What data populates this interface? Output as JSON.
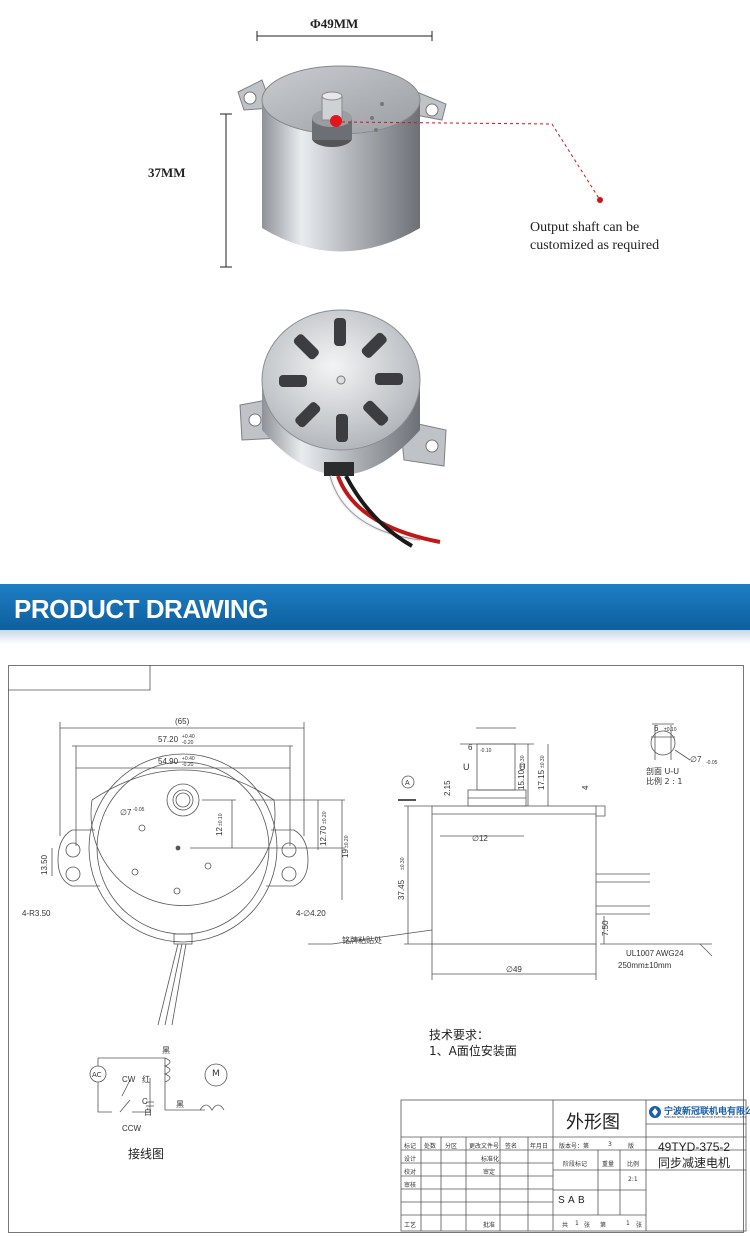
{
  "top": {
    "diameter_label": "Φ49MM",
    "height_label": "37MM",
    "shaft_note_line1": "Output shaft can be",
    "shaft_note_line2": "customized as required"
  },
  "banner": {
    "title": "PRODUCT DRAWING"
  },
  "drawing": {
    "dims": [
      "(65)",
      "57.20",
      "+0.40",
      "-0.20",
      "54.90",
      "+0.40",
      "-0.20",
      "12",
      "±0.10",
      "12.70",
      "±0.20",
      "19",
      "±0.20",
      "13.50",
      "4-R3.50",
      "4-∅4.20",
      "∅7",
      "-0.05",
      "6",
      "-0.10",
      "15.10",
      "±0.30",
      "17.15",
      "±0.30",
      "2.15",
      "4",
      "∅12",
      "37.45",
      "±0.30",
      "7.50",
      "∅49",
      "6",
      "±0.10",
      "∅7",
      "-0.05",
      "U",
      "U",
      "A"
    ],
    "section_label": "剖面 U-U",
    "scale_label": "比例 2 : 1",
    "nameplate_label": "铭牌粘贴处",
    "wire_spec": "UL1007  AWG24",
    "wire_length": "250mm±10mm",
    "notes_title": "技术要求：",
    "notes_item": "1、A面位安装面",
    "wiring": {
      "black": "黑",
      "red": "红",
      "white": "白",
      "black2": "黑",
      "ac": "AC",
      "cw": "CW",
      "c": "C",
      "ccw": "CCW",
      "motor": "M",
      "title": "接线图"
    },
    "title_block": {
      "title": "外形图",
      "model": "49TYD-375-2",
      "name": "同步减速电机",
      "company": "宁波新冠联机电有限公司",
      "company_en": "NINGBO NEW GUANLIAN MOTOR ELECTRONIC CO.,LTD",
      "cells": [
        "标记",
        "处数",
        "分区",
        "更改文件号",
        "签名",
        "年月日",
        "版本号：第",
        "3",
        "版",
        "设计",
        "标准化",
        "阶段标记",
        "重量",
        "比例",
        "校对",
        "审定",
        "2:1",
        "审核",
        "S",
        "A",
        "B",
        "工艺",
        "批准",
        "共",
        "1",
        "张",
        "第",
        "1",
        "张"
      ]
    }
  }
}
